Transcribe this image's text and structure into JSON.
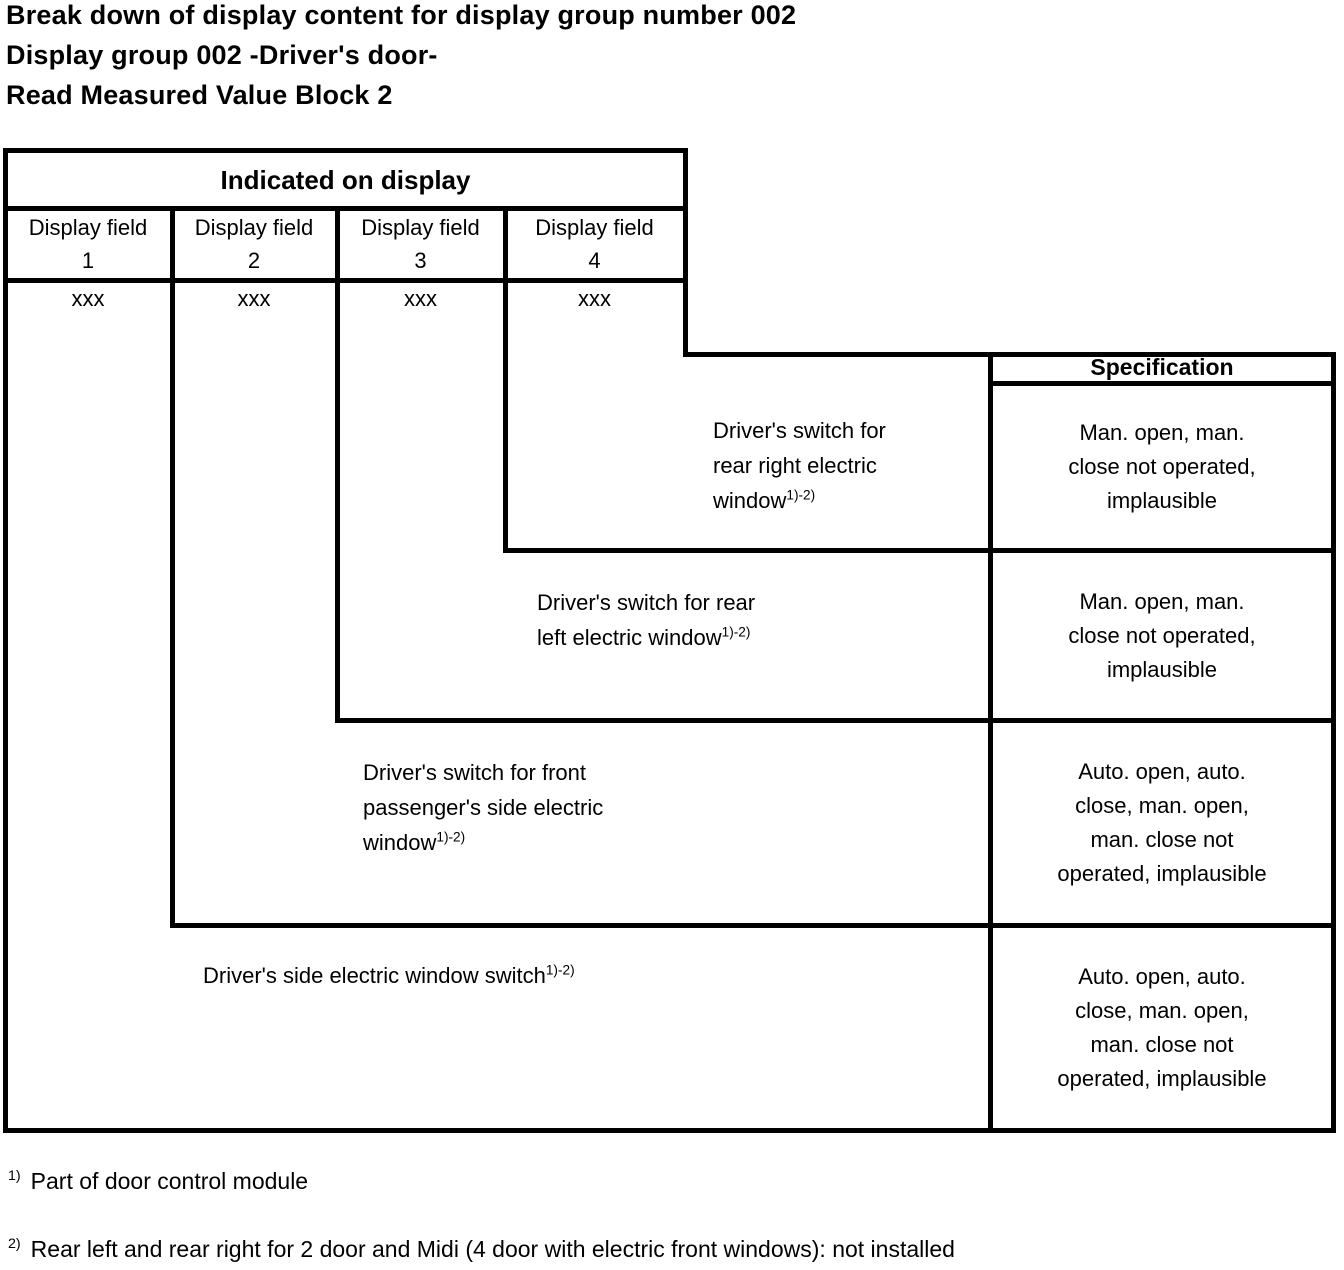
{
  "page": {
    "title_lines": [
      "Break down of display content for display group number 002",
      "Display group 002 -Driver's door-",
      "Read Measured Value Block 2"
    ]
  },
  "table": {
    "header": "Indicated on display",
    "spec_header": "Specification",
    "columns": [
      {
        "label": "Display field",
        "number": "1",
        "value": "xxx"
      },
      {
        "label": "Display field",
        "number": "2",
        "value": "xxx"
      },
      {
        "label": "Display field",
        "number": "3",
        "value": "xxx"
      },
      {
        "label": "Display field",
        "number": "4",
        "value": "xxx"
      }
    ]
  },
  "rows": [
    {
      "display_field": "4",
      "description": "Driver's switch for\nrear right electric\nwindow",
      "footnote_ref": "1)-2)",
      "specification": "Man. open, man.\nclose not operated,\nimplausible"
    },
    {
      "display_field": "3",
      "description": "Driver's switch for rear\nleft electric window",
      "footnote_ref": "1)-2)",
      "specification": "Man. open, man.\nclose not operated,\nimplausible"
    },
    {
      "display_field": "2",
      "description": "Driver's switch for front\npassenger's side electric\nwindow",
      "footnote_ref": "1)-2)",
      "specification": "Auto. open, auto.\nclose, man. open,\nman. close not\noperated, implausible"
    },
    {
      "display_field": "1",
      "description": "Driver's side electric window switch",
      "footnote_ref": "1)-2)",
      "specification": "Auto. open, auto.\nclose, man. open,\nman. close not\noperated, implausible"
    }
  ],
  "footnotes": [
    {
      "ref": "1)",
      "text": "Part of door control module"
    },
    {
      "ref": "2)",
      "text": "Rear left and rear right for 2 door and Midi (4 door with electric front windows): not installed"
    }
  ]
}
